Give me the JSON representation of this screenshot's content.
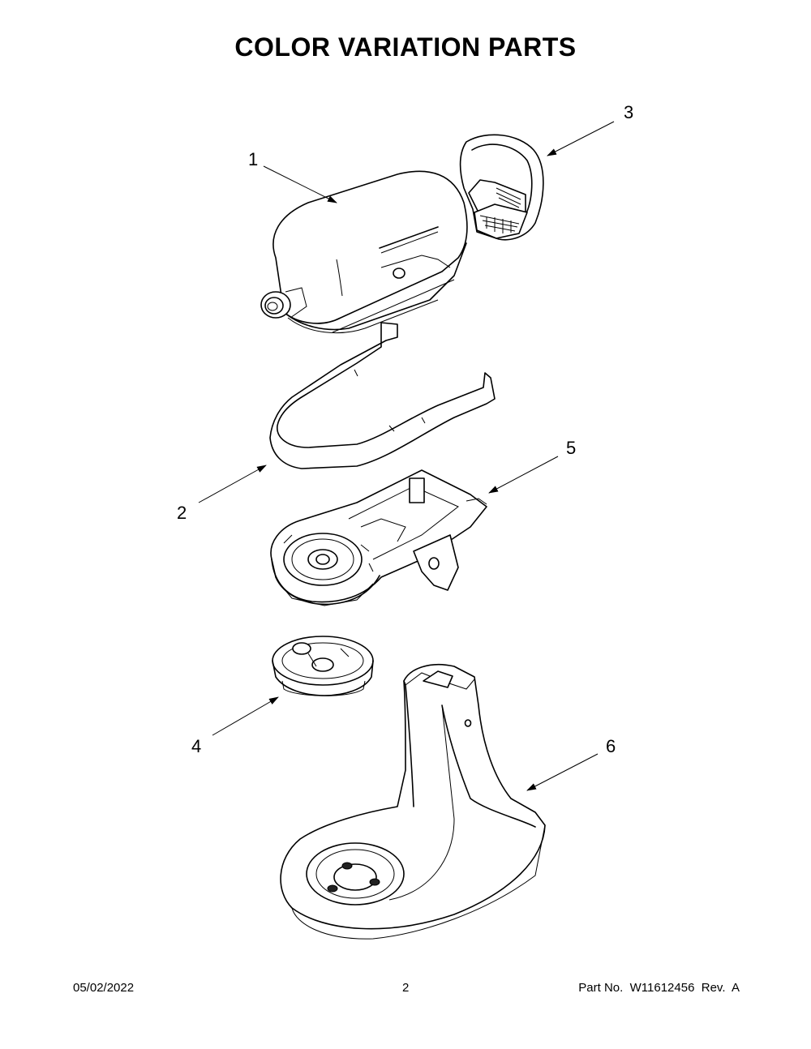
{
  "page": {
    "title": "COLOR VARIATION PARTS"
  },
  "callouts": [
    "1",
    "2",
    "3",
    "4",
    "5",
    "6"
  ],
  "footer": {
    "date": "05/02/2022",
    "page_number": "2",
    "part_info": "Part No.  W11612456  Rev.  A"
  }
}
